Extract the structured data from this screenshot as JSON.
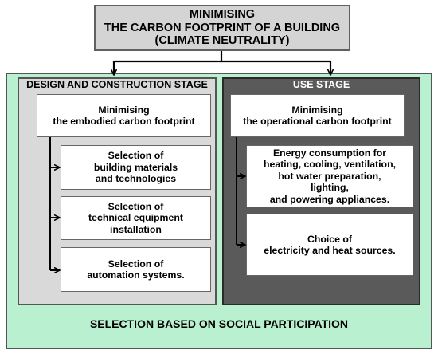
{
  "title": "MINIMISING\nTHE CARBON FOOTPRINT OF A BUILDING\n(CLIMATE NEUTRALITY)",
  "design_stage": {
    "header": "DESIGN AND CONSTRUCTION STAGE",
    "main": "Minimising\nthe embodied carbon footprint",
    "items": [
      "Selection of\nbuilding materials\nand technologies",
      "Selection of\ntechnical equipment\ninstallation",
      "Selection of\nautomation systems."
    ]
  },
  "use_stage": {
    "header": "USE STAGE",
    "main": "Minimising\nthe operational carbon footprint",
    "items": [
      "Energy consumption for\nheating, cooling, ventilation,\nhot water preparation,\nlighting,\nand powering appliances.",
      "Choice of\nelectricity and heat sources."
    ]
  },
  "bottom_label": "SELECTION BASED ON SOCIAL PARTICIPATION",
  "colors": {
    "outer_panel": "#b9f0cf",
    "design_panel": "#d9d9d9",
    "use_panel": "#5a5a5a",
    "title_box": "#d4d4d4"
  }
}
